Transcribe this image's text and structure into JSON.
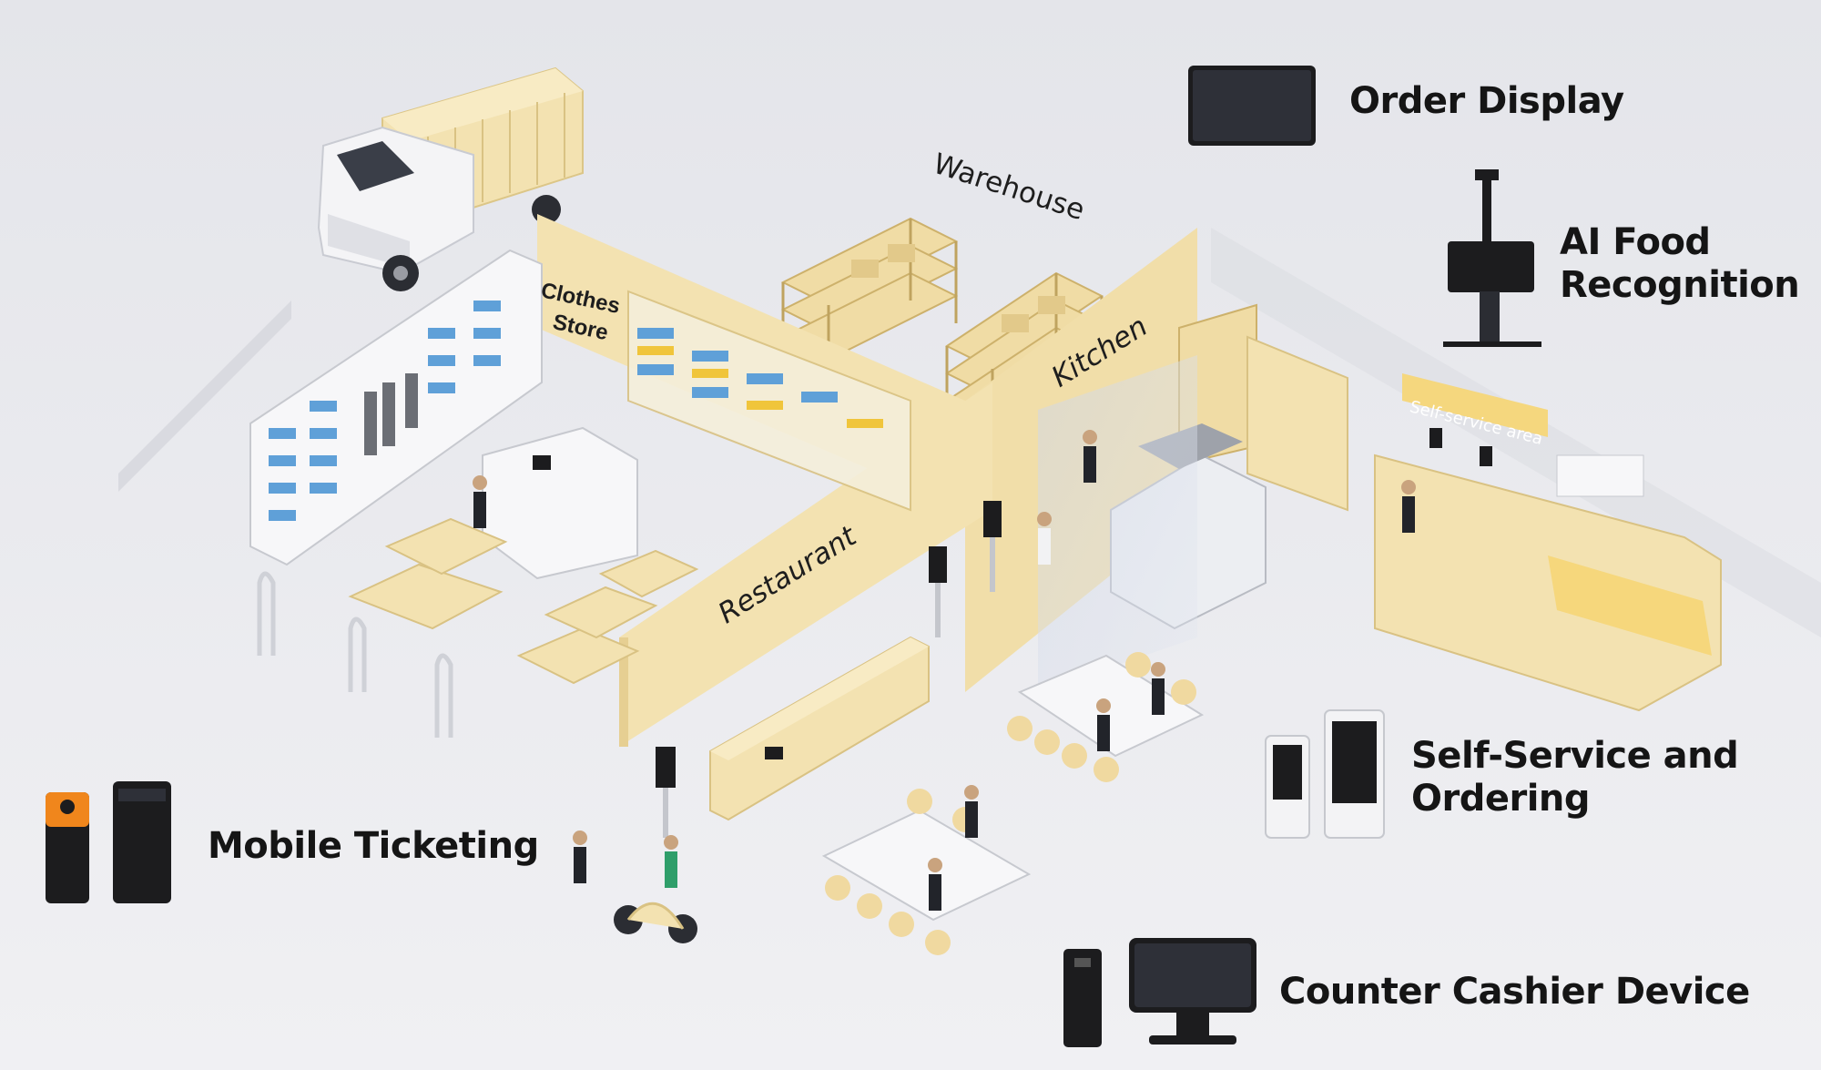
{
  "rooms": {
    "warehouse": "Warehouse",
    "clothes_store_line1": "Clothes",
    "clothes_store_line2": "Store",
    "kitchen": "Kitchen",
    "restaurant": "Restaurant",
    "self_service_area": "Self-service area"
  },
  "devices": {
    "order_display": "Order Display",
    "ai_food_recognition_line1": "AI Food",
    "ai_food_recognition_line2": "Recognition",
    "self_service_line1": "Self-Service and",
    "self_service_line2": "Ordering",
    "mobile_ticketing": "Mobile Ticketing",
    "counter_cashier": "Counter Cashier Device"
  },
  "colors": {
    "wall": "#f3e2b1",
    "wall_shade": "#e6cf92",
    "floor": "#e8e9ee",
    "device": "#1c1c1e",
    "accent": "#f0861c",
    "shirt_blue": "#5fa0d8"
  }
}
